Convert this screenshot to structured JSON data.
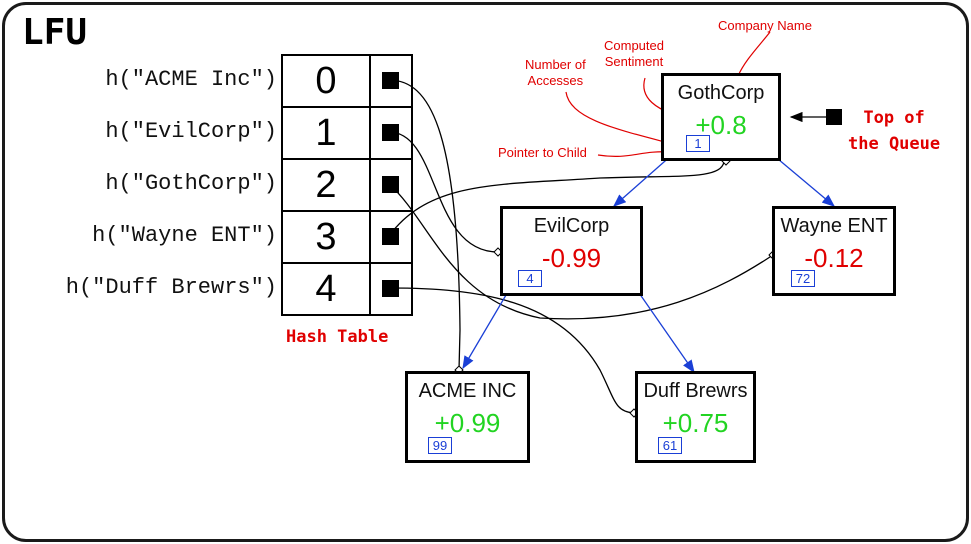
{
  "title": "LFU",
  "hash_table": {
    "caption": "Hash Table",
    "rows": [
      {
        "key": "h(\"ACME Inc\")",
        "index": "0"
      },
      {
        "key": "h(\"EvilCorp\")",
        "index": "1"
      },
      {
        "key": "h(\"GothCorp\")",
        "index": "2"
      },
      {
        "key": "h(\"Wayne ENT\")",
        "index": "3"
      },
      {
        "key": "h(\"Duff Brewrs\")",
        "index": "4"
      }
    ]
  },
  "nodes": {
    "gothcorp": {
      "name": "GothCorp",
      "sentiment": "+0.8",
      "accesses": "1"
    },
    "evilcorp": {
      "name": "EvilCorp",
      "sentiment": "-0.99",
      "accesses": "4"
    },
    "wayne": {
      "name": "Wayne ENT",
      "sentiment": "-0.12",
      "accesses": "72"
    },
    "acme": {
      "name": "ACME INC",
      "sentiment": "+0.99",
      "accesses": "99"
    },
    "duff": {
      "name": "Duff Brewrs",
      "sentiment": "+0.75",
      "accesses": "61"
    }
  },
  "annotations": {
    "company_name": "Company Name",
    "computed_sentiment": "Computed\nSentiment",
    "number_of_accesses": "Number of\nAccesses",
    "pointer_to_child": "Pointer to Child",
    "top_of_queue": "Top of\nthe Queue"
  },
  "colors": {
    "positive": "#22d422",
    "negative": "#e00000",
    "annotation": "#e00000",
    "child_pointer": "#1a3fd6",
    "wire": "#000000"
  }
}
